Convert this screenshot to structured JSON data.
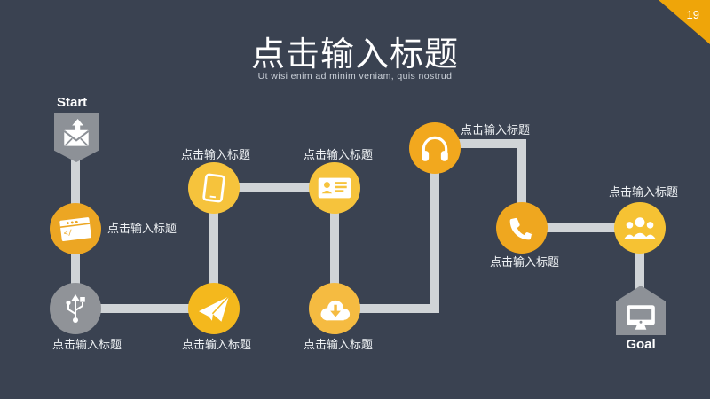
{
  "slide": {
    "page_number": "19",
    "title": "点击输入标题",
    "subtitle": "Ut wisi enim  ad minim  veniam,  quis nostrud"
  },
  "colors": {
    "background": "#3a4251",
    "corner_accent": "#efa509",
    "connector": "#d0d4d7",
    "endpoint_gray": "#8d9197",
    "text_white": "#ffffff",
    "subtitle_gray": "#ccd2da"
  },
  "endpoints": {
    "start": {
      "label": "Start",
      "icon": "envelope-up-icon"
    },
    "goal": {
      "label": "Goal",
      "icon": "monitor-icon"
    }
  },
  "nodes": [
    {
      "id": "clapper",
      "label": "点击输入标题",
      "icon": "clapperboard-icon",
      "color": "#eca623",
      "label_position": "right"
    },
    {
      "id": "usb",
      "label": "点击输入标题",
      "icon": "usb-icon",
      "color": "#909398",
      "label_position": "below"
    },
    {
      "id": "paper-plane",
      "label": "点击输入标题",
      "icon": "paper-plane-icon",
      "color": "#f4b81d",
      "label_position": "below"
    },
    {
      "id": "tablet",
      "label": "点击输入标题",
      "icon": "tablet-icon",
      "color": "#f6c33c",
      "label_position": "above"
    },
    {
      "id": "id-card",
      "label": "点击输入标题",
      "icon": "id-card-icon",
      "color": "#f6c33c",
      "label_position": "above"
    },
    {
      "id": "cloud",
      "label": "点击输入标题",
      "icon": "cloud-download-icon",
      "color": "#f5bb41",
      "label_position": "below"
    },
    {
      "id": "headphones",
      "label": "点击输入标题",
      "icon": "headphones-icon",
      "color": "#f2a81e",
      "label_position": "right"
    },
    {
      "id": "phone",
      "label": "点击输入标题",
      "icon": "phone-icon",
      "color": "#efa71f",
      "label_position": "below"
    },
    {
      "id": "people",
      "label": "点击输入标题",
      "icon": "people-icon",
      "color": "#f6c233",
      "label_position": "above"
    }
  ]
}
